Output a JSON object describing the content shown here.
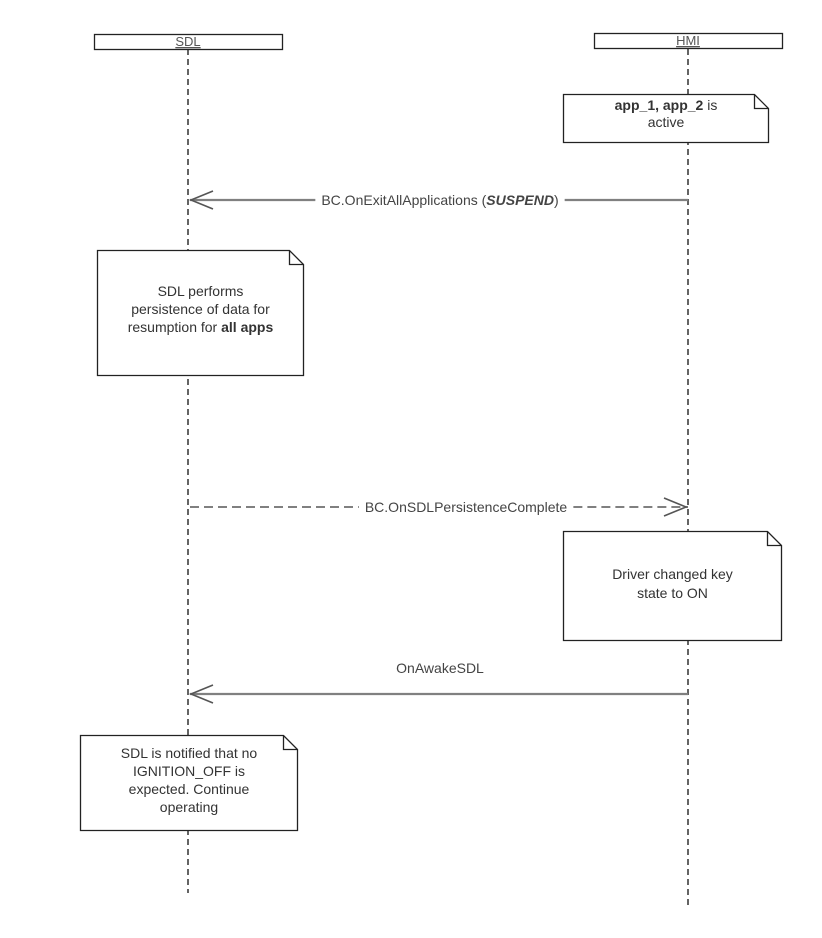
{
  "diagram": {
    "type": "sequence",
    "participants": [
      {
        "id": "sdl",
        "label": "SDL"
      },
      {
        "id": "hmi",
        "label": "HMI"
      }
    ],
    "notes": [
      {
        "id": "note-apps-active",
        "over": "hmi",
        "lines": [
          [
            {
              "text": "app_1, app_2",
              "style": "bold"
            },
            {
              "text": " is",
              "style": "normal"
            }
          ],
          [
            {
              "text": "active",
              "style": "normal"
            }
          ]
        ]
      },
      {
        "id": "note-sdl-persistence",
        "over": "sdl",
        "lines": [
          [
            {
              "text": "SDL performs",
              "style": "normal"
            }
          ],
          [
            {
              "text": "persistence of data for",
              "style": "normal"
            }
          ],
          [
            {
              "text": "resumption for ",
              "style": "normal"
            },
            {
              "text": "all apps",
              "style": "bold"
            }
          ]
        ]
      },
      {
        "id": "note-driver-key-on",
        "over": "hmi",
        "lines": [
          [
            {
              "text": "Driver changed key",
              "style": "normal"
            }
          ],
          [
            {
              "text": "state to ON",
              "style": "normal"
            }
          ]
        ]
      },
      {
        "id": "note-sdl-notified",
        "over": "sdl",
        "lines": [
          [
            {
              "text": "SDL is notified that no",
              "style": "normal"
            }
          ],
          [
            {
              "text": "IGNITION_OFF is",
              "style": "normal"
            }
          ],
          [
            {
              "text": "expected. Continue",
              "style": "normal"
            }
          ],
          [
            {
              "text": "operating",
              "style": "normal"
            }
          ]
        ]
      }
    ],
    "messages": [
      {
        "id": "msg-on-exit-all-applications",
        "from": "hmi",
        "to": "sdl",
        "kind": "sync",
        "label_parts": [
          {
            "text": "BC.OnExitAllApplications (",
            "style": "normal"
          },
          {
            "text": "SUSPEND",
            "style": "italic-bold"
          },
          {
            "text": ")",
            "style": "normal"
          }
        ]
      },
      {
        "id": "msg-on-sdl-persistence-complete",
        "from": "sdl",
        "to": "hmi",
        "kind": "dashed",
        "label_parts": [
          {
            "text": "BC.OnSDLPersistenceComplete",
            "style": "normal"
          }
        ]
      },
      {
        "id": "msg-on-awake-sdl",
        "from": "hmi",
        "to": "sdl",
        "kind": "sync",
        "label_parts": [
          {
            "text": "OnAwakeSDL",
            "style": "normal"
          }
        ]
      }
    ]
  },
  "colors": {
    "border": "#222222",
    "lifeline": "#111111",
    "arrow": "#808080",
    "text": "#333333",
    "note_fill": "#ffffff"
  }
}
